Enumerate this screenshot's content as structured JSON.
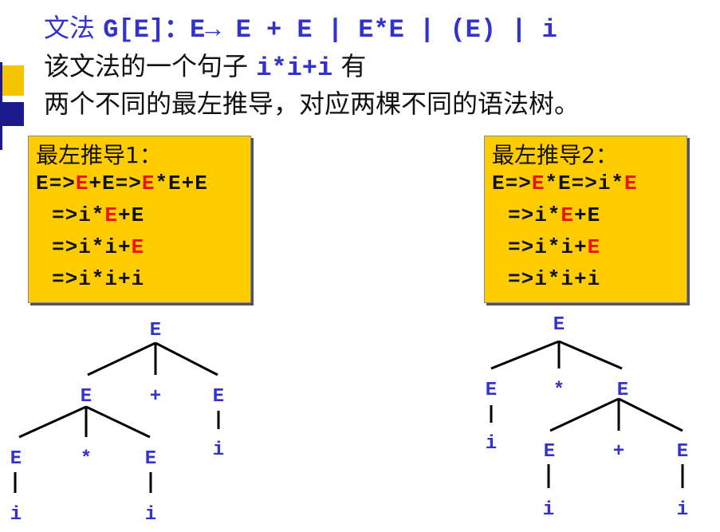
{
  "heading": {
    "prefix": "文法",
    "grammar": "G[E]：E→ E + E | E*E | (E) | i",
    "sentence_pre": "该文法的一个句子",
    "sentence": "i*i+i",
    "sentence_post": "有",
    "line3": "两个不同的最左推导，对应两棵不同的语法树。"
  },
  "derivation1": {
    "title": "最左推导1：",
    "steps": [
      [
        {
          "t": "E=>",
          "r": false
        },
        {
          "t": "E",
          "r": true
        },
        {
          "t": "+E=>",
          "r": false
        },
        {
          "t": "E",
          "r": true
        },
        {
          "t": "*E+E",
          "r": false
        }
      ],
      [
        {
          "t": "=>i*",
          "r": false
        },
        {
          "t": "E",
          "r": true
        },
        {
          "t": "+E",
          "r": false
        }
      ],
      [
        {
          "t": "=>i*i+",
          "r": false
        },
        {
          "t": "E",
          "r": true
        }
      ],
      [
        {
          "t": "=>i*i+i",
          "r": false
        }
      ]
    ]
  },
  "derivation2": {
    "title": "最左推导2：",
    "steps": [
      [
        {
          "t": "E=>",
          "r": false
        },
        {
          "t": "E",
          "r": true
        },
        {
          "t": "*E=>i*",
          "r": false
        },
        {
          "t": "E",
          "r": true
        }
      ],
      [
        {
          "t": "=>i*",
          "r": false
        },
        {
          "t": "E",
          "r": true
        },
        {
          "t": "+E",
          "r": false
        }
      ],
      [
        {
          "t": "=>i*i+",
          "r": false
        },
        {
          "t": "E",
          "r": true
        }
      ],
      [
        {
          "t": "=>i*i+i",
          "r": false
        }
      ]
    ]
  },
  "tree1": {
    "nodes": {
      "root": "E",
      "n1": "E",
      "n2": "+",
      "n3": "E",
      "n4": "E",
      "n5": "*",
      "n6": "E",
      "n7": "i",
      "n8": "i",
      "n9": "i"
    }
  },
  "tree2": {
    "nodes": {
      "root": "E",
      "n1": "E",
      "n2": "*",
      "n3": "E",
      "n4": "i",
      "n5": "E",
      "n6": "+",
      "n7": "E",
      "n8": "i",
      "n9": "i"
    }
  },
  "colors": {
    "accent_blue": "#3333cc",
    "box_yellow": "#ffcc00",
    "highlight_red": "#ee1111",
    "deco_gold": "#f5c400",
    "deco_navy": "#1a1a8c"
  }
}
